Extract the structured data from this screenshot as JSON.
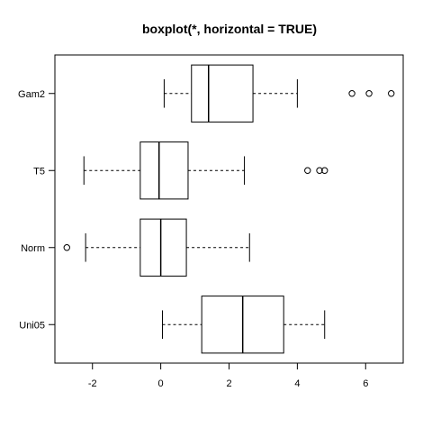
{
  "chart_data": {
    "type": "boxplot",
    "orientation": "horizontal",
    "title": "boxplot(*, horizontal = TRUE)",
    "xlabel": "",
    "ylabel": "",
    "xlim": [
      -3.1,
      7.1
    ],
    "x_ticks": [
      -2,
      0,
      2,
      4,
      6
    ],
    "x_tick_labels": [
      "-2",
      "0",
      "2",
      "4",
      "6"
    ],
    "grid": false,
    "groups": [
      {
        "label": "Uni05",
        "whisker_low": 0.05,
        "q1": 1.2,
        "median": 2.4,
        "q3": 3.6,
        "whisker_high": 4.8,
        "outliers": []
      },
      {
        "label": "Norm",
        "whisker_low": -2.2,
        "q1": -0.6,
        "median": 0.0,
        "q3": 0.75,
        "whisker_high": 2.6,
        "outliers": [
          -2.75
        ]
      },
      {
        "label": "T5",
        "whisker_low": -2.25,
        "q1": -0.6,
        "median": -0.05,
        "q3": 0.8,
        "whisker_high": 2.45,
        "outliers": [
          4.3,
          4.65,
          4.8
        ]
      },
      {
        "label": "Gam2",
        "whisker_low": 0.1,
        "q1": 0.9,
        "median": 1.4,
        "q3": 2.7,
        "whisker_high": 4.0,
        "outliers": [
          5.6,
          6.1,
          6.75
        ]
      }
    ]
  }
}
